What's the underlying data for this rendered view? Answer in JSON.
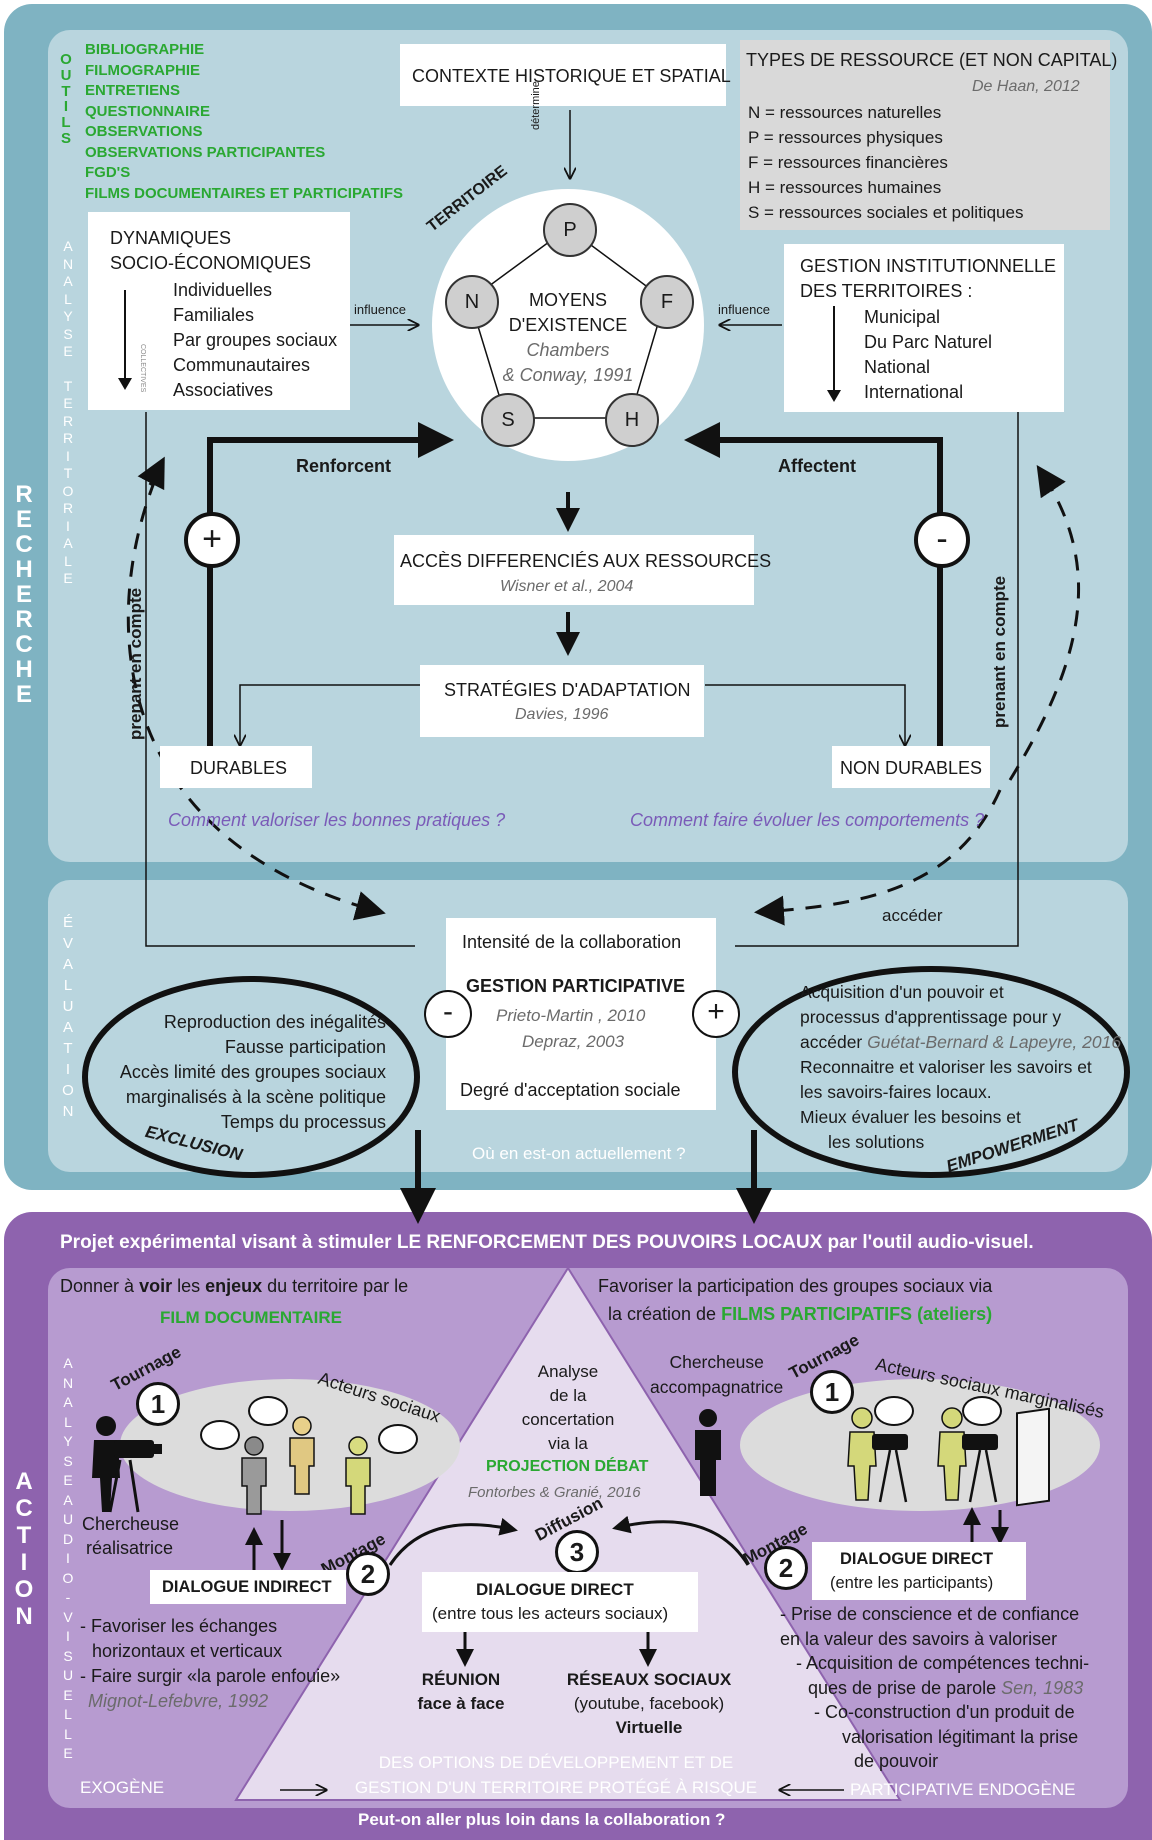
{
  "tools": {
    "letters": [
      "O",
      "U",
      "T",
      "I",
      "L",
      "S"
    ],
    "items": [
      "BIBLIOGRAPHIE",
      "FILMOGRAPHIE",
      "ENTRETIENS",
      "QUESTIONNAIRE",
      "OBSERVATIONS",
      "OBSERVATIONS PARTICIPANTES",
      "FGD'S",
      "FILMS DOCUMENTAIRES ET PARTICIPATIFS"
    ]
  },
  "context_box": "CONTEXTE HISTORIQUE ET SPATIAL",
  "determine": "détermine",
  "types": {
    "title": "TYPES DE RESSOURCE (ET NON CAPITAL)",
    "cite": "De Haan, 2012",
    "items": [
      "N = ressources naturelles",
      "P = ressources physiques",
      "F = ressources financières",
      "H = ressources humaines",
      "S = ressources sociales et politiques"
    ]
  },
  "territoire": "TERRITOIRE",
  "dynamiques": {
    "title1": "DYNAMIQUES",
    "title2": "SOCIO-ÉCONOMIQUES",
    "side": "COLLECTIVES",
    "items": [
      "Individuelles",
      "Familiales",
      "Par groupes sociaux",
      "Communautaires",
      "Associatives"
    ]
  },
  "influence_left": "influence",
  "influence_right": "influence",
  "moyens": {
    "l1": "MOYENS",
    "l2": "D'EXISTENCE",
    "cite1": "Chambers",
    "cite2": "& Conway, 1991",
    "nodes": [
      "P",
      "F",
      "H",
      "S",
      "N"
    ]
  },
  "gestion": {
    "title1": "GESTION INSTITUTIONNELLE",
    "title2": "DES TERRITOIRES :",
    "items": [
      "Municipal",
      "Du Parc Naturel",
      "National",
      "International"
    ]
  },
  "analyse_territoriale": [
    "A",
    "N",
    "A",
    "L",
    "Y",
    "S",
    "E",
    "",
    "T",
    "E",
    "R",
    "R",
    "I",
    "T",
    "O",
    "R",
    "I",
    "A",
    "L",
    "E"
  ],
  "recherche": [
    "R",
    "E",
    "C",
    "H",
    "E",
    "R",
    "C",
    "H",
    "E"
  ],
  "renforcent": "Renforcent",
  "affectent": "Affectent",
  "plus": "+",
  "minus": "-",
  "acces": {
    "title": "ACCÈS  DIFFERENCIÉS AUX RESSOURCES",
    "cite": "Wisner et al., 2004"
  },
  "strategies": {
    "title": "STRATÉGIES D'ADAPTATION",
    "cite": "Davies, 1996"
  },
  "prenant": "prenant en compte",
  "durables": "DURABLES",
  "non_durables": "NON DURABLES",
  "q_left": "Comment valoriser les bonnes pratiques ?",
  "q_right": "Comment faire évoluer les comportements ?",
  "evaluation": [
    "É",
    "V",
    "A",
    "L",
    "U",
    "A",
    "T",
    "I",
    "O",
    "N"
  ],
  "acceder": "accéder",
  "center_eval": {
    "intensite": "Intensité de la collaboration",
    "gestion": "GESTION PARTICIPATIVE",
    "cite1": "Prieto-Martin , 2010",
    "cite2": "Depraz, 2003",
    "degre": "Degré d'acceptation sociale",
    "q": "Où en est-on actuellement ?"
  },
  "exclusion": {
    "lines": [
      "Reproduction des inégalités",
      "Fausse participation",
      "Accès limité des groupes sociaux",
      "marginalisés à la scène politique",
      "Temps du processus"
    ],
    "label": "EXCLUSION"
  },
  "empowerment": {
    "l1": "Acquisition d'un pouvoir et",
    "l2": "processus d'apprentissage pour y",
    "l3a": "accéder",
    "l3b": "Guétat-Bernard & Lapeyre, 2016",
    "l4": "Reconnaitre et valoriser les savoirs et",
    "l5": "les savoirs-faires locaux.",
    "l6": "Mieux évaluer les besoins et",
    "l7": "les solutions",
    "label": "EMPOWERMENT"
  },
  "action_banner": "Projet expérimental visant à stimuler LE RENFORCEMENT DES POUVOIRS LOCAUX par l'outil audio-visuel.",
  "action_letters": [
    "A",
    "C",
    "T",
    "I",
    "O",
    "N"
  ],
  "audiovisuelle": [
    "A",
    "N",
    "A",
    "L",
    "Y",
    "S",
    "E",
    "",
    "A",
    "U",
    "D",
    "I",
    "O",
    "-",
    "V",
    "I",
    "S",
    "U",
    "E",
    "L",
    "L",
    "E"
  ],
  "left_act": {
    "l1a": "Donner à ",
    "l1b": "voir",
    "l1c": " les ",
    "l1d": "enjeux",
    "l1e": " du territoire par le",
    "film": "FILM DOCUMENTAIRE",
    "tournage": "Tournage",
    "acteurs": "Acteurs sociaux",
    "chercheuse1": "Chercheuse",
    "chercheuse2": "réalisatrice",
    "montage": "Montage",
    "dialogue": "DIALOGUE INDIRECT",
    "b1": "- Favoriser les échanges",
    "b2": "horizontaux et verticaux",
    "b3": "- Faire surgir «la parole enfouie»",
    "cite": "Mignot-Lefebvre, 1992",
    "exogene": "EXOGÈNE"
  },
  "center_act": {
    "l1": "Analyse",
    "l2": "de la",
    "l3": "concertation",
    "l4": "via la",
    "proj": "PROJECTION DÉBAT",
    "cite": "Fontorbes & Granié, 2016",
    "diffusion": "Diffusion",
    "dialogue1": "DIALOGUE DIRECT",
    "dialogue2": "(entre tous les acteurs sociaux)",
    "reunion1": "RÉUNION",
    "reunion2": "face à face",
    "reseaux1": "RÉSEAUX SOCIAUX",
    "reseaux2": "(youtube, facebook)",
    "virtuelle": "Virtuelle",
    "options1": "DES OPTIONS DE DÉVELOPPEMENT ET DE",
    "options2": "GESTION D'UN TERRITOIRE PROTÉGÉ À RISQUE",
    "question": "Peut-on aller plus loin dans la collaboration ?"
  },
  "right_act": {
    "l1": "Favoriser la participation des groupes sociaux via",
    "l2a": "la création de ",
    "l2b": "FILMS PARTICIPATIFS (ateliers)",
    "chercheuse1": "Chercheuse",
    "chercheuse2": "accompagnatrice",
    "tournage": "Tournage",
    "acteurs": "Acteurs sociaux marginalisés",
    "montage": "Montage",
    "dialogue1": "DIALOGUE DIRECT",
    "dialogue2": "(entre les participants)",
    "b1": "- Prise de conscience et de confiance",
    "b2": "en la valeur des savoirs à valoriser",
    "b3": "- Acquisition de compétences techni-",
    "b4a": "ques de prise de parole ",
    "b4b": "Sen, 1983",
    "b5": "- Co-construction d'un produit de",
    "b6": "valorisation légitimant la prise",
    "b7": "de pouvoir",
    "endogene": "PARTICIPATIVE ENDOGÈNE"
  },
  "nums": [
    "1",
    "2",
    "3"
  ],
  "colors": {
    "teal": "#7fb3c2",
    "teal_inner": "#b9d5de",
    "purple": "#8e63ae",
    "purple_inner": "#b79bd0",
    "triangle": "#e6dcee",
    "green": "#2aa832"
  }
}
